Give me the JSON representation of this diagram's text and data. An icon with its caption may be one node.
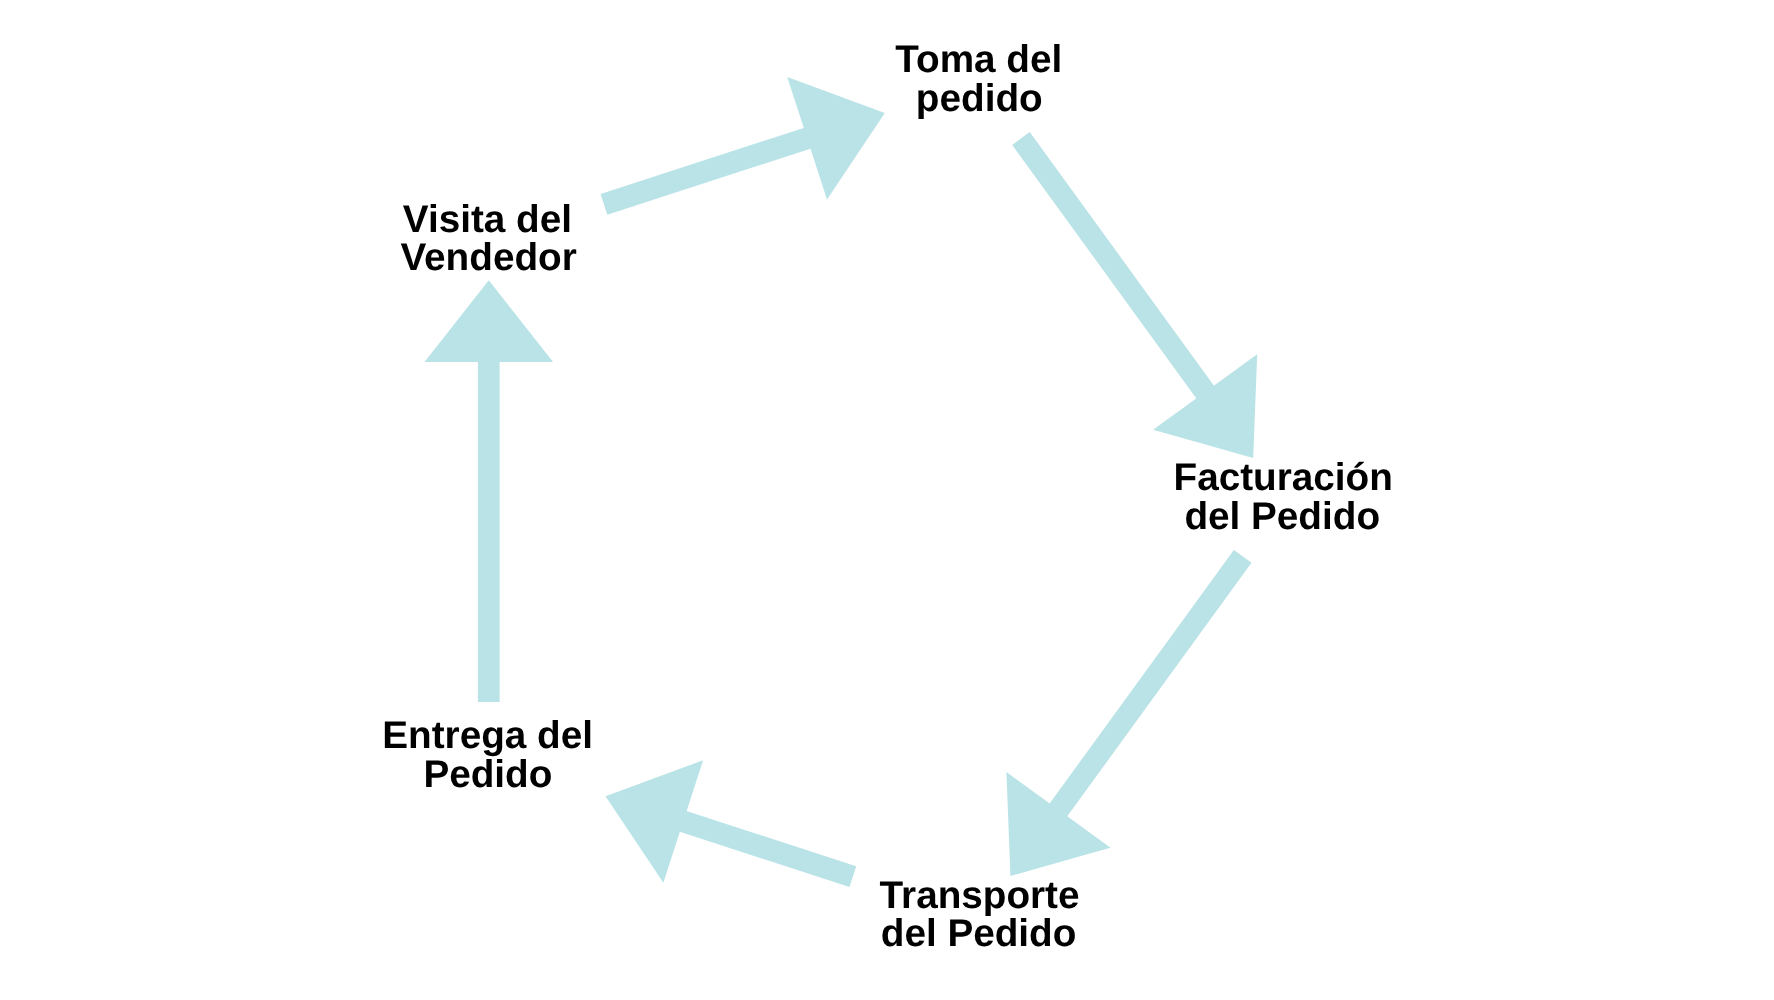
{
  "diagram": {
    "nodes": [
      {
        "text": [
          "Entrega del Pedido"
        ]
      },
      {
        "text": [
          "Visita del Vendedor"
        ]
      },
      {
        "text": [
          "Toma del pedido"
        ]
      },
      {
        "text": [
          "Facturación del Pedido"
        ]
      },
      {
        "text": [
          "Transporte del Pedido"
        ]
      }
    ],
    "edges": [
      {
        "from": 0,
        "to": 1,
        "arrow": "to"
      },
      {
        "from": 1,
        "to": 2,
        "arrow": "to"
      },
      {
        "from": 2,
        "to": 3,
        "arrow": "to"
      },
      {
        "from": 3,
        "to": 4,
        "arrow": "to"
      },
      {
        "from": 4,
        "to": 0,
        "arrow": "to"
      }
    ]
  }
}
